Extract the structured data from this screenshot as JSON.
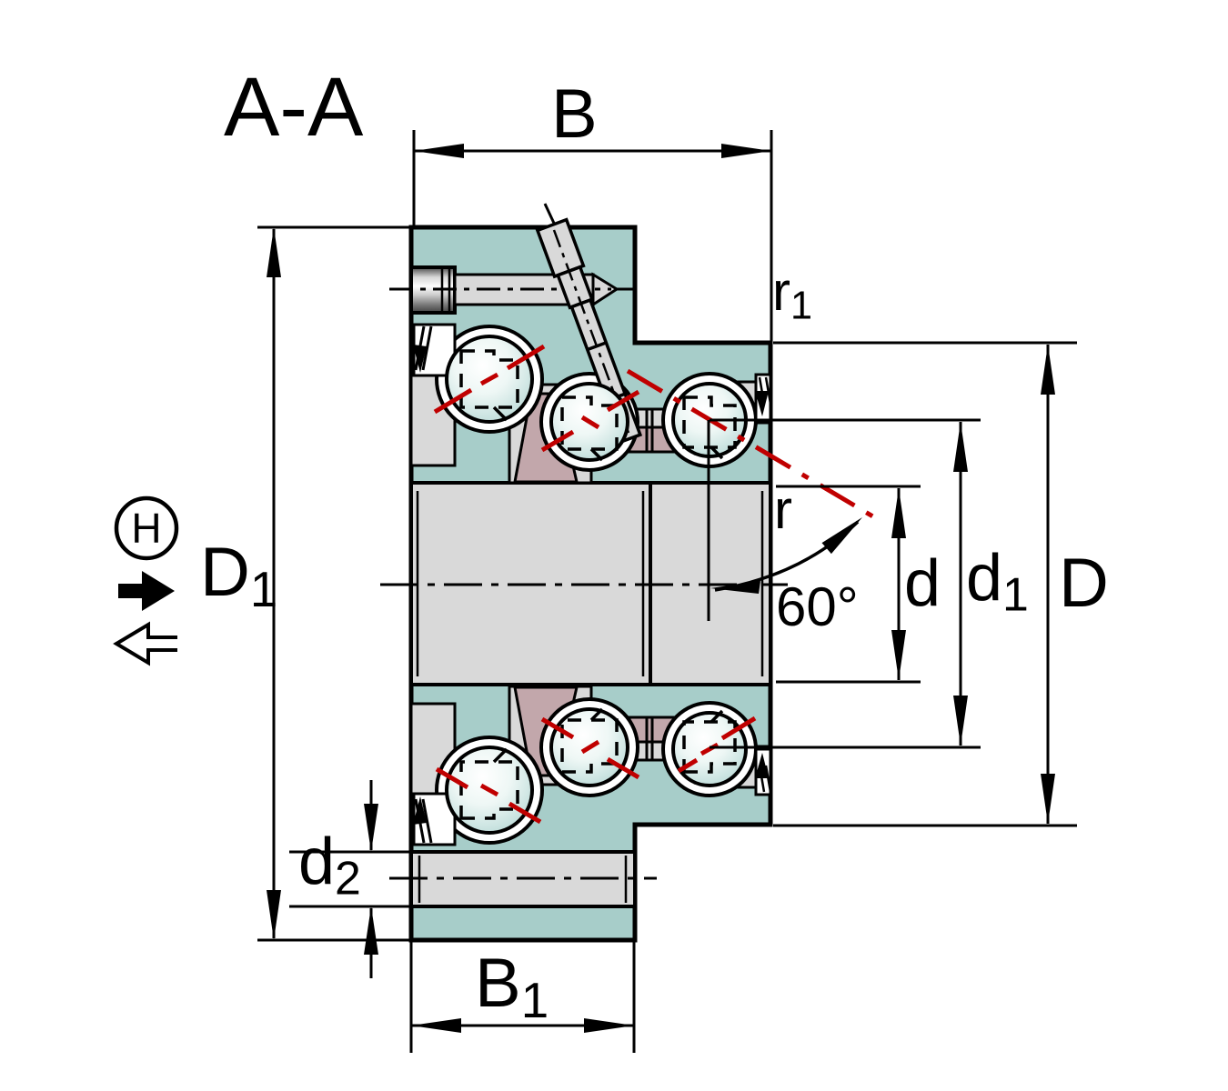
{
  "drawing": {
    "section_label": "A-A",
    "description": "Sectional drawing of a double-row axial angular contact ball bearing with flange fixing screw and lubrication hole"
  },
  "colors": {
    "c-teal": "#a7cdc9",
    "c-gray": "#d9d9d9",
    "c-pink": "#c2a7ab",
    "c-red": "#c00000",
    "c-black": "#000000",
    "c-ball-edge": "#b9dad7"
  },
  "labels": {
    "section_view": "A-A",
    "outer_width": "B",
    "chamfer_outer": {
      "base": "r",
      "sub": "1"
    },
    "flange_diameter": {
      "base": "D",
      "sub": "1"
    },
    "screw_hole_diameter": {
      "base": "d",
      "sub": "2"
    },
    "inner_width": {
      "base": "B",
      "sub": "1"
    },
    "chamfer_bore": "r",
    "contact_angle": "60°",
    "bore_diameter": "d",
    "pitch_diameter": {
      "base": "d",
      "sub": "1"
    },
    "outside_diameter": "D",
    "lubrication_symbol": "H"
  }
}
